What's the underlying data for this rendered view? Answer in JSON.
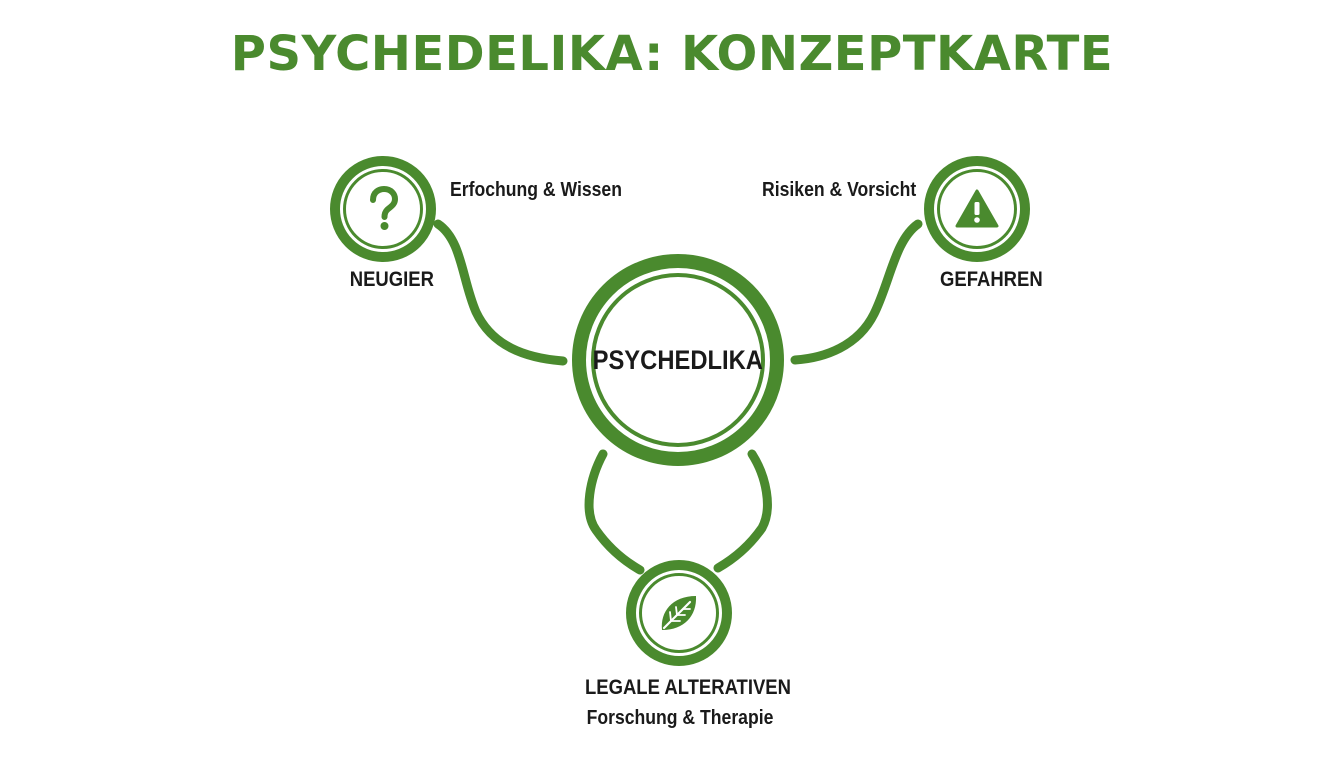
{
  "title": "PSYCHEDELIKA: KONZEPTKARTE",
  "colors": {
    "accent": "#4a8a2e",
    "text": "#1a1a1a",
    "background": "#ffffff"
  },
  "center": {
    "label": "PSYCHEDLIKA"
  },
  "nodes": [
    {
      "label": "NEUGIER",
      "annotation": "Erfochung & Wissen",
      "icon": "question-mark-icon"
    },
    {
      "label": "GEFAHREN",
      "annotation": "Risiken & Vorsicht",
      "icon": "warning-triangle-icon"
    },
    {
      "label": "LEGALE ALTERATIVEN",
      "annotation": "Forschung & Therapie",
      "icon": "leaf-icon"
    }
  ]
}
